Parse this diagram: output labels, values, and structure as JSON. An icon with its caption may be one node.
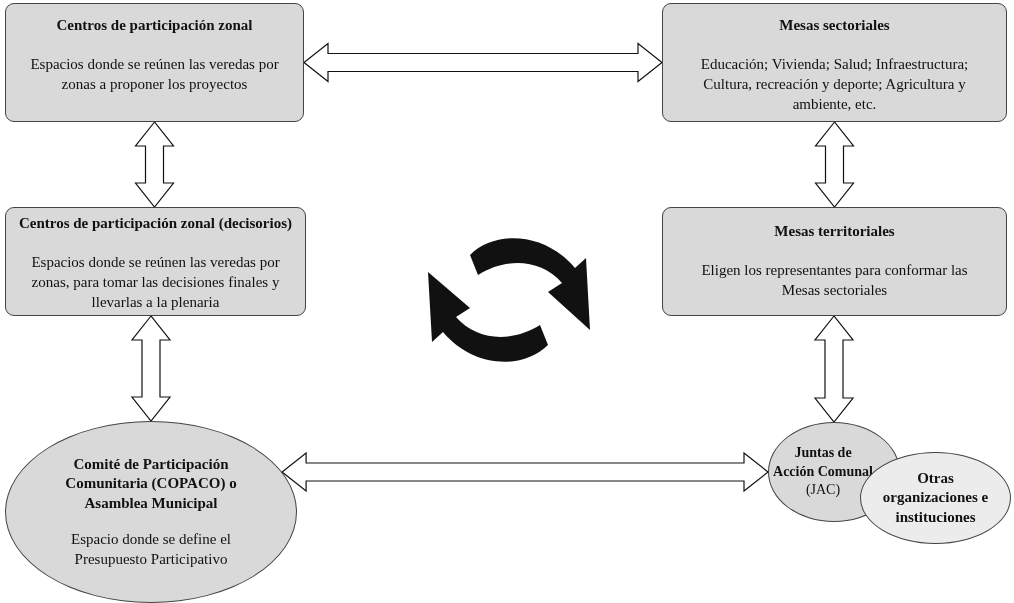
{
  "diagram": {
    "nodes": [
      {
        "text": [
          "Centros de participación zonal",
          "Espacios donde se reúnen las veredas por zonas a proponer los proyectos"
        ]
      },
      {
        "text": [
          "Mesas sectoriales",
          "Educación; Vivienda; Salud; Infraestructura; Cultura, recreación y deporte; Agricultura y ambiente, etc."
        ]
      },
      {
        "text": [
          "Centros de participación zonal (decisorios)",
          "Espacios donde se reúnen las veredas por zonas, para tomar las decisiones finales y llevarlas a la plenaria"
        ]
      },
      {
        "text": [
          "Mesas territoriales",
          "Eligen los representantes para conformar las Mesas sectoriales"
        ]
      },
      {
        "text": [
          "Comité de Participación Comunitaria (COPACO) o Asamblea Municipal",
          "Espacio donde se define el Presupuesto Participativo"
        ]
      },
      {
        "text": [
          "Juntas de Acción Comunal",
          "(JAC)"
        ]
      },
      {
        "text": [
          "Otras organizaciones e instituciones"
        ]
      }
    ],
    "edges": [
      {
        "from": 0,
        "to": 1,
        "arrow": "both"
      },
      {
        "from": 0,
        "to": 2,
        "arrow": "both"
      },
      {
        "from": 1,
        "to": 3,
        "arrow": "both"
      },
      {
        "from": 2,
        "to": 4,
        "arrow": "both"
      },
      {
        "from": 3,
        "to": 5,
        "arrow": "both"
      },
      {
        "from": 4,
        "to": 5,
        "arrow": "both"
      }
    ]
  }
}
